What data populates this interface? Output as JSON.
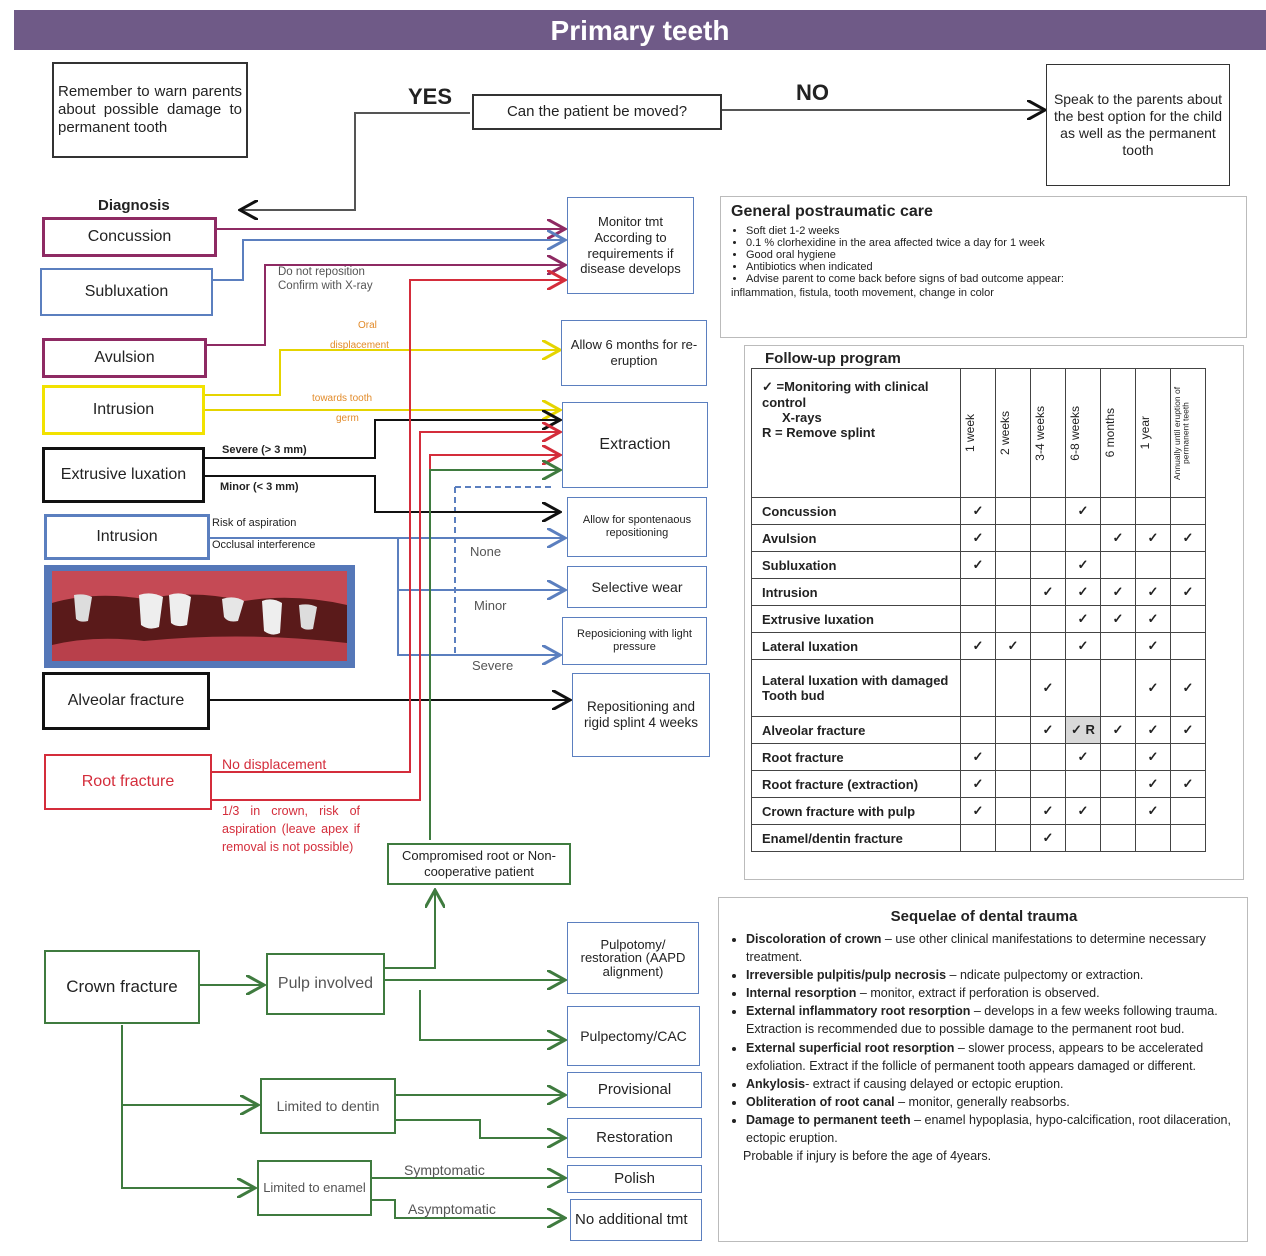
{
  "title": "Primary teeth",
  "top": {
    "warn": "Remember to warn parents about possible damage to permanent tooth",
    "yes": "YES",
    "no": "NO",
    "question": "Can the patient be moved?",
    "speak": "Speak to the parents about the best option for the child as well as the permanent tooth"
  },
  "diagnosis": {
    "heading": "Diagnosis",
    "concussion": "Concussion",
    "subluxation": "Subluxation",
    "avulsion": "Avulsion",
    "intrusion1": "Intrusion",
    "extrusive": "Extrusive luxation",
    "intrusion2": "Intrusion",
    "alveolar": "Alveolar fracture",
    "root": "Root fracture",
    "crown": "Crown fracture"
  },
  "labels": {
    "noreposition": "Do not reposition",
    "confirm": "Confirm with X-ray",
    "oral": "Oral",
    "displacement": "displacement",
    "towards": "towards tooth",
    "germ": "germ",
    "severe": "Severe (> 3 mm)",
    "minor": "Minor (< 3 mm)",
    "risk": "Risk of aspiration",
    "occlusal": "Occlusal interference",
    "none": "None",
    "minor2": "Minor",
    "severe2": "Severe",
    "nodisp": "No displacement",
    "third": "1/3 in crown, risk of aspiration (leave apex if removal is not possible)",
    "symptomatic": "Symptomatic",
    "asymptomatic": "Asymptomatic"
  },
  "outcomes": {
    "monitor": "Monitor tmt According to requirements if disease develops",
    "allow6": "Allow 6 months for re-eruption",
    "extraction": "Extraction",
    "spontaneous": "Allow for spontenaous repositioning",
    "selective": "Selective wear",
    "repositioning": "Reposicioning with light pressure",
    "rigid": "Repositioning and rigid splint 4 weeks",
    "compromised": "Compromised root or Non-cooperative patient",
    "pulpotomy": "Pulpotomy/ restoration (AAPD alignment)",
    "pulpectomy": "Pulpectomy/CAC",
    "provisional": "Provisional",
    "restoration": "Restoration",
    "polish": "Polish",
    "noadd": "No additional tmt",
    "pulp": "Pulp involved",
    "dentin": "Limited to dentin",
    "enamel": "Limited to enamel"
  },
  "care": {
    "title": "General postraumatic care",
    "items": [
      "Soft diet 1-2 weeks",
      "0.1 % clorhexidine in the area affected twice a day for 1 week",
      "Good oral hygiene",
      "Antibiotics when indicated",
      "Advise parent to come back before signs of bad outcome appear:"
    ],
    "tail": "inflammation, fistula, tooth movement, change in color"
  },
  "followup": {
    "title": "Follow-up program",
    "legend1": "✓ =Monitoring with clinical control",
    "legend2": "X-rays",
    "legend3": "R = Remove splint",
    "cols": [
      "1 week",
      "2 weeks",
      "3-4 weeks",
      "6-8 weeks",
      "6 months",
      "1 year",
      "Annually until eruption of permanent teeth"
    ],
    "rows": [
      {
        "name": "Concussion",
        "marks": [
          "✓",
          "",
          "",
          "✓",
          "",
          "",
          ""
        ]
      },
      {
        "name": "Avulsion",
        "marks": [
          "✓",
          "",
          "",
          "",
          "✓",
          "✓",
          "✓"
        ]
      },
      {
        "name": "Subluxation",
        "marks": [
          "✓",
          "",
          "",
          "✓",
          "",
          "",
          ""
        ]
      },
      {
        "name": "Intrusion",
        "marks": [
          "",
          "",
          "✓",
          "✓",
          "✓",
          "✓",
          "✓"
        ]
      },
      {
        "name": "Extrusive luxation",
        "marks": [
          "",
          "",
          "",
          "✓",
          "✓",
          "✓",
          ""
        ]
      },
      {
        "name": "Lateral luxation",
        "marks": [
          "✓",
          "✓",
          "",
          "✓",
          "",
          "✓",
          ""
        ]
      },
      {
        "name": "Lateral luxation with damaged Tooth bud",
        "marks": [
          "",
          "",
          "✓",
          "",
          "",
          "✓",
          "✓"
        ]
      },
      {
        "name": "Alveolar fracture",
        "marks": [
          "",
          "",
          "✓",
          "✓ R",
          "✓",
          "✓",
          "✓"
        ]
      },
      {
        "name": "Root fracture",
        "marks": [
          "✓",
          "",
          "",
          "✓",
          "",
          "✓",
          ""
        ]
      },
      {
        "name": "Root fracture (extraction)",
        "marks": [
          "✓",
          "",
          "",
          "",
          "",
          "✓",
          "✓"
        ]
      },
      {
        "name": "Crown fracture with pulp",
        "marks": [
          "✓",
          "",
          "✓",
          "✓",
          "",
          "✓",
          ""
        ]
      },
      {
        "name": "Enamel/dentin fracture",
        "marks": [
          "",
          "",
          "✓",
          "",
          "",
          "",
          ""
        ]
      }
    ]
  },
  "sequelae": {
    "title": "Sequelae of dental trauma",
    "items": [
      {
        "b": "Discoloration of crown",
        "t": " – use other clinical manifestations to determine necessary treatment."
      },
      {
        "b": "Irreversible pulpitis/pulp necrosis",
        "t": " – ndicate pulpectomy or extraction."
      },
      {
        "b": "Internal resorption",
        "t": " – monitor, extract if perforation is observed."
      },
      {
        "b": "External inflammatory root resorption",
        "t": " – develops in a few weeks following trauma. Extraction is recommended due to possible damage to the permanent root bud."
      },
      {
        "b": "External superficial root resorption",
        "t": " – slower process, appears to be accelerated exfoliation. Extract if the follicle of permanent tooth appears damaged or different."
      },
      {
        "b": "Ankylosis",
        "t": "- extract if causing delayed or ectopic eruption."
      },
      {
        "b": "Obliteration of root canal",
        "t": " – monitor, generally reabsorbs."
      },
      {
        "b": "Damage to permanent teeth",
        "t": " – enamel hypoplasia, hypo-calcification, root dilaceration, ectopic eruption."
      }
    ],
    "tail": "Probable if injury is before the age of 4years."
  },
  "colors": {
    "banner": "#6f5a87",
    "purple": "#8e2a63",
    "blue": "#5b7fbf",
    "yellow": "#f2e200",
    "red": "#d42d3b",
    "green": "#3f7b3f"
  }
}
